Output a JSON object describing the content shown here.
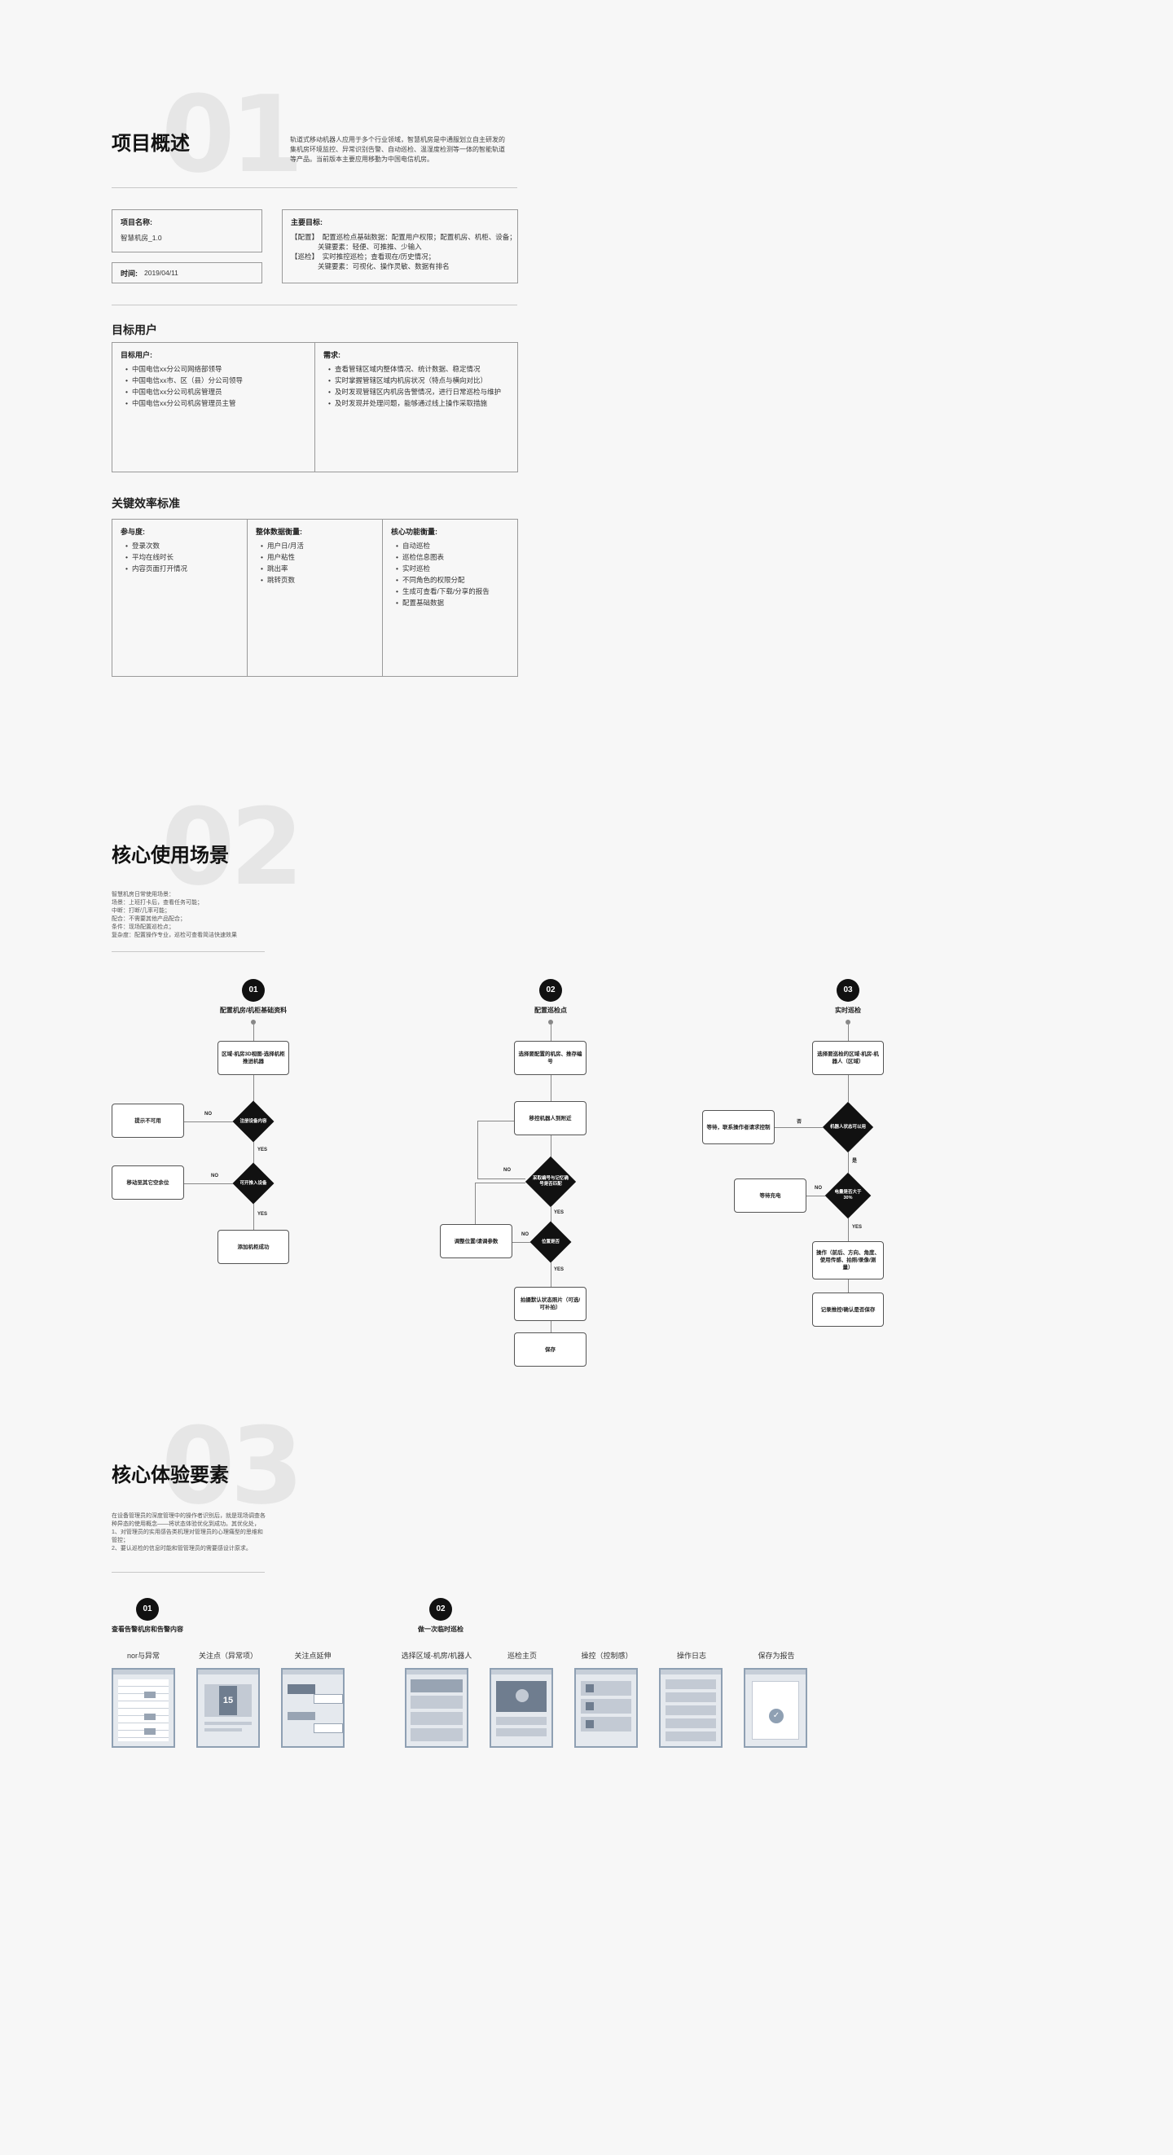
{
  "sections": {
    "s1": {
      "number": "01",
      "title": "项目概述"
    },
    "s2": {
      "number": "02",
      "title": "核心使用场景"
    },
    "s3": {
      "number": "03",
      "title": "核心体验要素"
    }
  },
  "overview": {
    "intro": "轨道式移动机器人应用于多个行业领域，智慧机房是中通服划立自主研发的集机房环境监控、异常识别告警、自动巡检、温湿度检测等一体的智能轨道等产品。当前版本主要应用移動为中国电信机房。",
    "project_name_label": "项目名称:",
    "project_name_value": "智慧机房_1.0",
    "time_label": "时间:",
    "time_value": "2019/04/11",
    "goal_label": "主要目标:",
    "goal_lines": [
      "【配置】  配置巡检点基础数据：配置用户权限；配置机房、机柜、设备；",
      "              关键要素：轻便、可推推、少输入",
      "【巡检】  实时推控巡检；查看现在/历史情况；",
      "              关键要素：可视化、操作灵敏、数据有排名"
    ]
  },
  "target_users": {
    "title": "目标用户",
    "users_label": "目标用户:",
    "users": [
      "中国电信xx分公司网络部领导",
      "中国电信xx市、区（县）分公司领导",
      "中国电信xx分公司机房管理员",
      "中国电信xx分公司机房管理员主管"
    ],
    "needs_label": "需求:",
    "needs": [
      "查看管辖区域内整体情况、统计数据、稳定情况",
      "实时掌握管辖区域内机房状况（特点与横向对比）",
      "及时发现管辖区内机房告警情况，进行日常巡检与维护",
      "及时发现并处理问题，能够通过线上操作采取措施"
    ]
  },
  "kpi": {
    "title": "关键效率标准",
    "cols": [
      {
        "label": "参与度:",
        "items": [
          "登录次数",
          "平均在线时长",
          "内容页面打开情况"
        ]
      },
      {
        "label": "整体数据衡量:",
        "items": [
          "用户日/月活",
          "用户粘性",
          "跳出率",
          "跳转页数"
        ]
      },
      {
        "label": "核心功能衡量:",
        "items": [
          "自动巡检",
          "巡检信息图表",
          "实时巡检",
          "不同角色的权限分配",
          "生成可查看/下载/分享的报告",
          "配置基础数据"
        ]
      }
    ]
  },
  "scenarios": {
    "intro": "智慧机房日常使用场景：\n场景：上班打卡后，查看任务可能；\n中断：打断/几率可能；\n配合：不需要其他产品配合；\n条件：现场配置巡检点；\n复杂度：配置操作专业，巡检可查看简洁快速效果",
    "flow1": {
      "num": "01",
      "title": "配置机房/机柜基础资料",
      "b1": "区域-机房3D视图-选择机柜推进机器",
      "d1": "注册设备内容",
      "no1": "NO",
      "b_left1": "提示不可用",
      "yes1": "YES",
      "d2": "可开推入设备",
      "no2": "NO",
      "b_left2": "移动至其它空余位",
      "yes2": "YES",
      "b_end": "添加机柜成功"
    },
    "flow2": {
      "num": "02",
      "title": "配置巡检点",
      "b1": "选择要配置的机房、推存编号",
      "b2": "移控机器人到附近",
      "d1": "采取编号与记忆确号是否匹配",
      "no1": "NO",
      "yes1": "YES",
      "d2": "位置是否",
      "no2": "NO",
      "b_left": "调整位置/请调参数",
      "yes2": "YES",
      "b3": "拍摄默认状态照片（可选/可补拍）",
      "b_end": "保存"
    },
    "flow3": {
      "num": "03",
      "title": "实时巡检",
      "b1": "选择要巡检的区域-机房-机器人（区域）",
      "d1": "机器人状态可以用",
      "no1": "否",
      "b_left1": "等待，联系操作者请求控制",
      "yes1": "是",
      "d2": "电量是否大于30%",
      "no2": "NO",
      "b_left2": "等待充电",
      "yes2": "YES",
      "b3": "操作（前后、方向、角度、使用传感、拍照/录像/测量）",
      "b_end": "记录推控/确认是否保存"
    }
  },
  "experience": {
    "intro": "在设备管理员的深度管理中的操作者识别后，就是现场调查各种异态的使用概念——将状态体验优化到成功。其优化处，\n1、对管理员的实用感告类机理对管理员的心理痛型的思维和管控；\n2、要认巡检的信息时能和管管理员的需要感设计原求。",
    "g1": {
      "num": "01",
      "title": "查看告警机房和告警内容",
      "labels": [
        "nor与异常",
        "关注点（异常项）",
        "关注点延伸"
      ],
      "big_number": "15"
    },
    "g2": {
      "num": "02",
      "title": "做一次临时巡检",
      "labels": [
        "选择区域-机房/机器人",
        "巡检主页",
        "操控（控制感）",
        "操作日志",
        "保存为报告"
      ]
    }
  }
}
